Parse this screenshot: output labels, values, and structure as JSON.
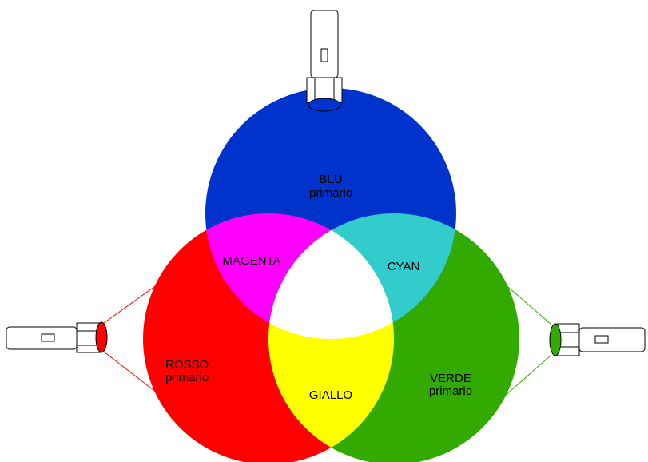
{
  "labels": {
    "blue_name": "BLU",
    "blue_sub": "primario",
    "red_name": "ROSSO",
    "red_sub": "primario",
    "green_name": "VERDE",
    "green_sub": "primario",
    "magenta": "MAGENTA",
    "cyan": "CYAN",
    "yellow": "GIALLO"
  },
  "colors": {
    "blue": "#0033CC",
    "red": "#FF0000",
    "green": "#33AA00",
    "magenta": "#FF00FF",
    "cyan": "#33CCCC",
    "yellow": "#FFFF00",
    "white": "#FFFFFF",
    "outline": "#000000",
    "blue_beam": "#0033CC",
    "red_beam": "#FF0000",
    "green_beam": "#33AA00"
  },
  "icons": [
    "flashlight-blue-icon",
    "flashlight-red-icon",
    "flashlight-green-icon"
  ]
}
